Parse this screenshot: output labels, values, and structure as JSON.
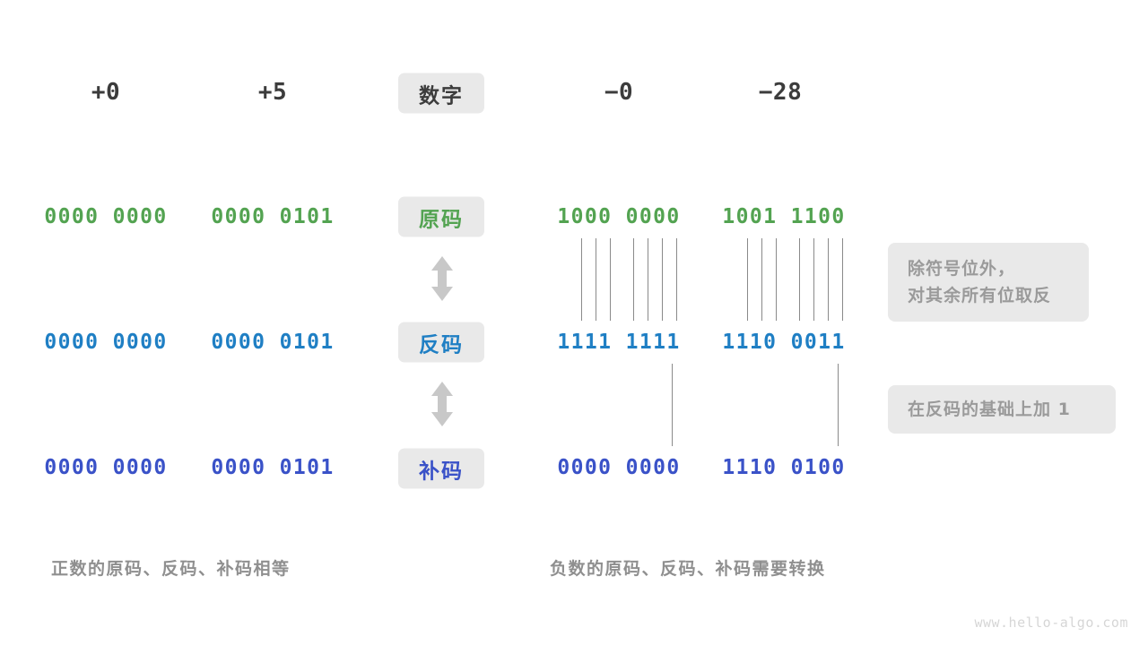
{
  "diagram": {
    "title_row": {
      "label": "数字",
      "columns": [
        {
          "name": "plus-zero",
          "value": "+0"
        },
        {
          "name": "plus-five",
          "value": "+5"
        },
        {
          "name": "minus-zero",
          "value": "−0"
        },
        {
          "name": "minus-28",
          "value": "−28"
        }
      ]
    },
    "rows": [
      {
        "key": "true-form",
        "label": "原码",
        "color": "#53a351",
        "values": [
          "0000 0000",
          "0000 0101",
          "1000 0000",
          "1001 1100"
        ]
      },
      {
        "key": "ones-complement",
        "label": "反码",
        "color": "#1f7fc4",
        "values": [
          "0000 0000",
          "0000 0101",
          "1111 1111",
          "1110 0011"
        ]
      },
      {
        "key": "twos-complement",
        "label": "补码",
        "color": "#3a52c8",
        "values": [
          "0000 0000",
          "0000 0101",
          "0000 0000",
          "1110 0100"
        ]
      }
    ],
    "notes": [
      {
        "key": "invert-note",
        "lines": [
          "除符号位外，",
          "对其余所有位取反"
        ]
      },
      {
        "key": "add-one-note",
        "lines": [
          "在反码的基础上加  1"
        ]
      }
    ],
    "captions": [
      {
        "key": "positive-caption",
        "text": "正数的原码、反码、补码相等"
      },
      {
        "key": "negative-caption",
        "text": "负数的原码、反码、补码需要转换"
      }
    ],
    "watermark": "www.hello-algo.com",
    "palette": {
      "pill_bg": "#e9e9e9",
      "note_bg": "#e9e9e9",
      "note_text": "#9a9a9a",
      "header_text": "#3c3c3c",
      "connector": "#8a8a8a",
      "arrow": "#c8c8c8",
      "caption_text": "#8f8f8f",
      "watermark_text": "#d6d6d6"
    }
  }
}
